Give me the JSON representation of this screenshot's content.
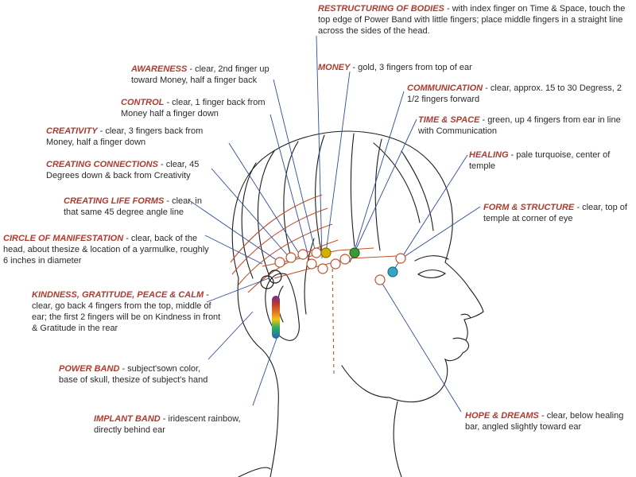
{
  "colors": {
    "label_title": "#b03a2e",
    "label_text": "#2a2a2a",
    "leader_line": "#2f4c9a",
    "guide_line": "#c0502a",
    "clear_point": "#c0502a",
    "money_point": "#d4b000",
    "time_space_point": "#3a9a3a",
    "form_structure_point": "#35a6c8",
    "outline": "#1c1c1c"
  },
  "labels": [
    {
      "key": "restructuring",
      "title": "RESTRUCTURING OF BODIES",
      "desc": "with index finger on Time & Space, touch the top edge of Power Band with little fingers; place middle fingers in a straight line across the sides of the head."
    },
    {
      "key": "money",
      "title": "MONEY",
      "desc": "gold, 3 fingers from top of ear"
    },
    {
      "key": "awareness",
      "title": "AWARENESS",
      "desc": "clear, 2nd finger up toward Money, half a finger back"
    },
    {
      "key": "control",
      "title": "CONTROL",
      "desc": "clear, 1 finger back from Money half a finger down"
    },
    {
      "key": "communication",
      "title": "COMMUNICATION",
      "desc": "clear, approx. 15 to 30 Degress, 2 1/2 fingers forward"
    },
    {
      "key": "time_space",
      "title": "TIME & SPACE",
      "desc": "green, up 4 fingers from ear in line with Communication"
    },
    {
      "key": "creativity",
      "title": "CREATIVITY",
      "desc": "clear, 3 fingers back from Money, half a finger down"
    },
    {
      "key": "healing",
      "title": "HEALING",
      "desc": "pale turquoise, center of temple"
    },
    {
      "key": "creating_connections",
      "title": "CREATING CONNECTIONS",
      "desc": "clear, 45 Degrees down & back from Creativity"
    },
    {
      "key": "creating_life_forms",
      "title": "CREATING LIFE FORMS",
      "desc": "clear, in that same 45 degree angle line"
    },
    {
      "key": "form_structure",
      "title": "FORM & STRUCTURE",
      "desc": "clear, top of temple at corner of eye"
    },
    {
      "key": "circle_manifestation",
      "title": "CIRCLE OF MANIFESTATION",
      "desc": "clear, back of the head, about thesize & location of a yarmulke, roughly 6 inches in diameter"
    },
    {
      "key": "kindness",
      "title": "KINDNESS, GRATITUDE, PEACE & CALM",
      "desc": "clear, go back 4 fingers from the top, middle of ear; the first 2 fingers will be on Kindness in front & Gratitude in the rear"
    },
    {
      "key": "power_band",
      "title": "POWER BAND",
      "desc": "subject'sown color, base of skull, thesize of subject's hand"
    },
    {
      "key": "implant_band",
      "title": "IMPLANT BAND",
      "desc": "iridescent rainbow, directly behind ear"
    },
    {
      "key": "hope_dreams",
      "title": "HOPE & DREAMS",
      "desc": "clear, below healing bar, angled slightly toward ear"
    }
  ],
  "separator": " - "
}
